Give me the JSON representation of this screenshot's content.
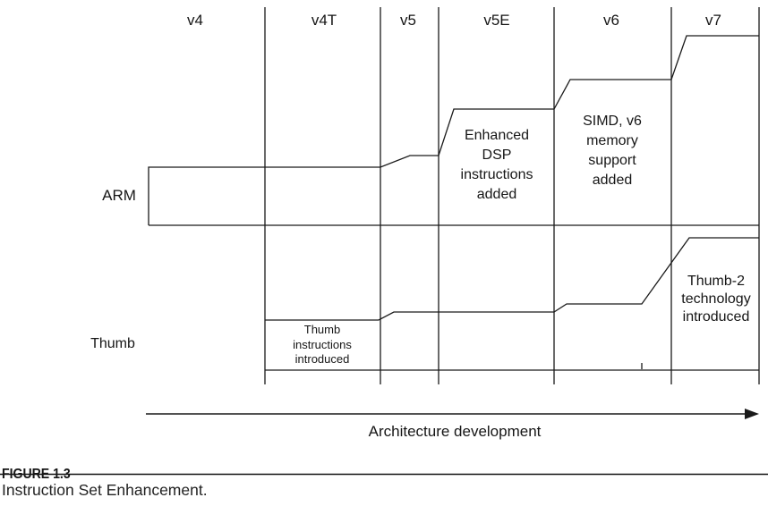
{
  "diagram": {
    "column_labels": [
      "v4",
      "v4T",
      "v5",
      "v5E",
      "v6",
      "v7"
    ],
    "row_labels": {
      "arm": "ARM",
      "thumb": "Thumb"
    },
    "annotations": {
      "dsp": "Enhanced\nDSP\ninstructions\nadded",
      "simd": "SIMD, v6\nmemory\nsupport\nadded",
      "thumb_intro": "Thumb\ninstructions\nintroduced",
      "thumb2": "Thumb-2\ntechnology\nintroduced"
    },
    "arrow_label": "Architecture development",
    "line_color": "#1a1a1a"
  },
  "caption": {
    "label": "FIGURE 1.3",
    "title": "Instruction Set Enhancement."
  }
}
